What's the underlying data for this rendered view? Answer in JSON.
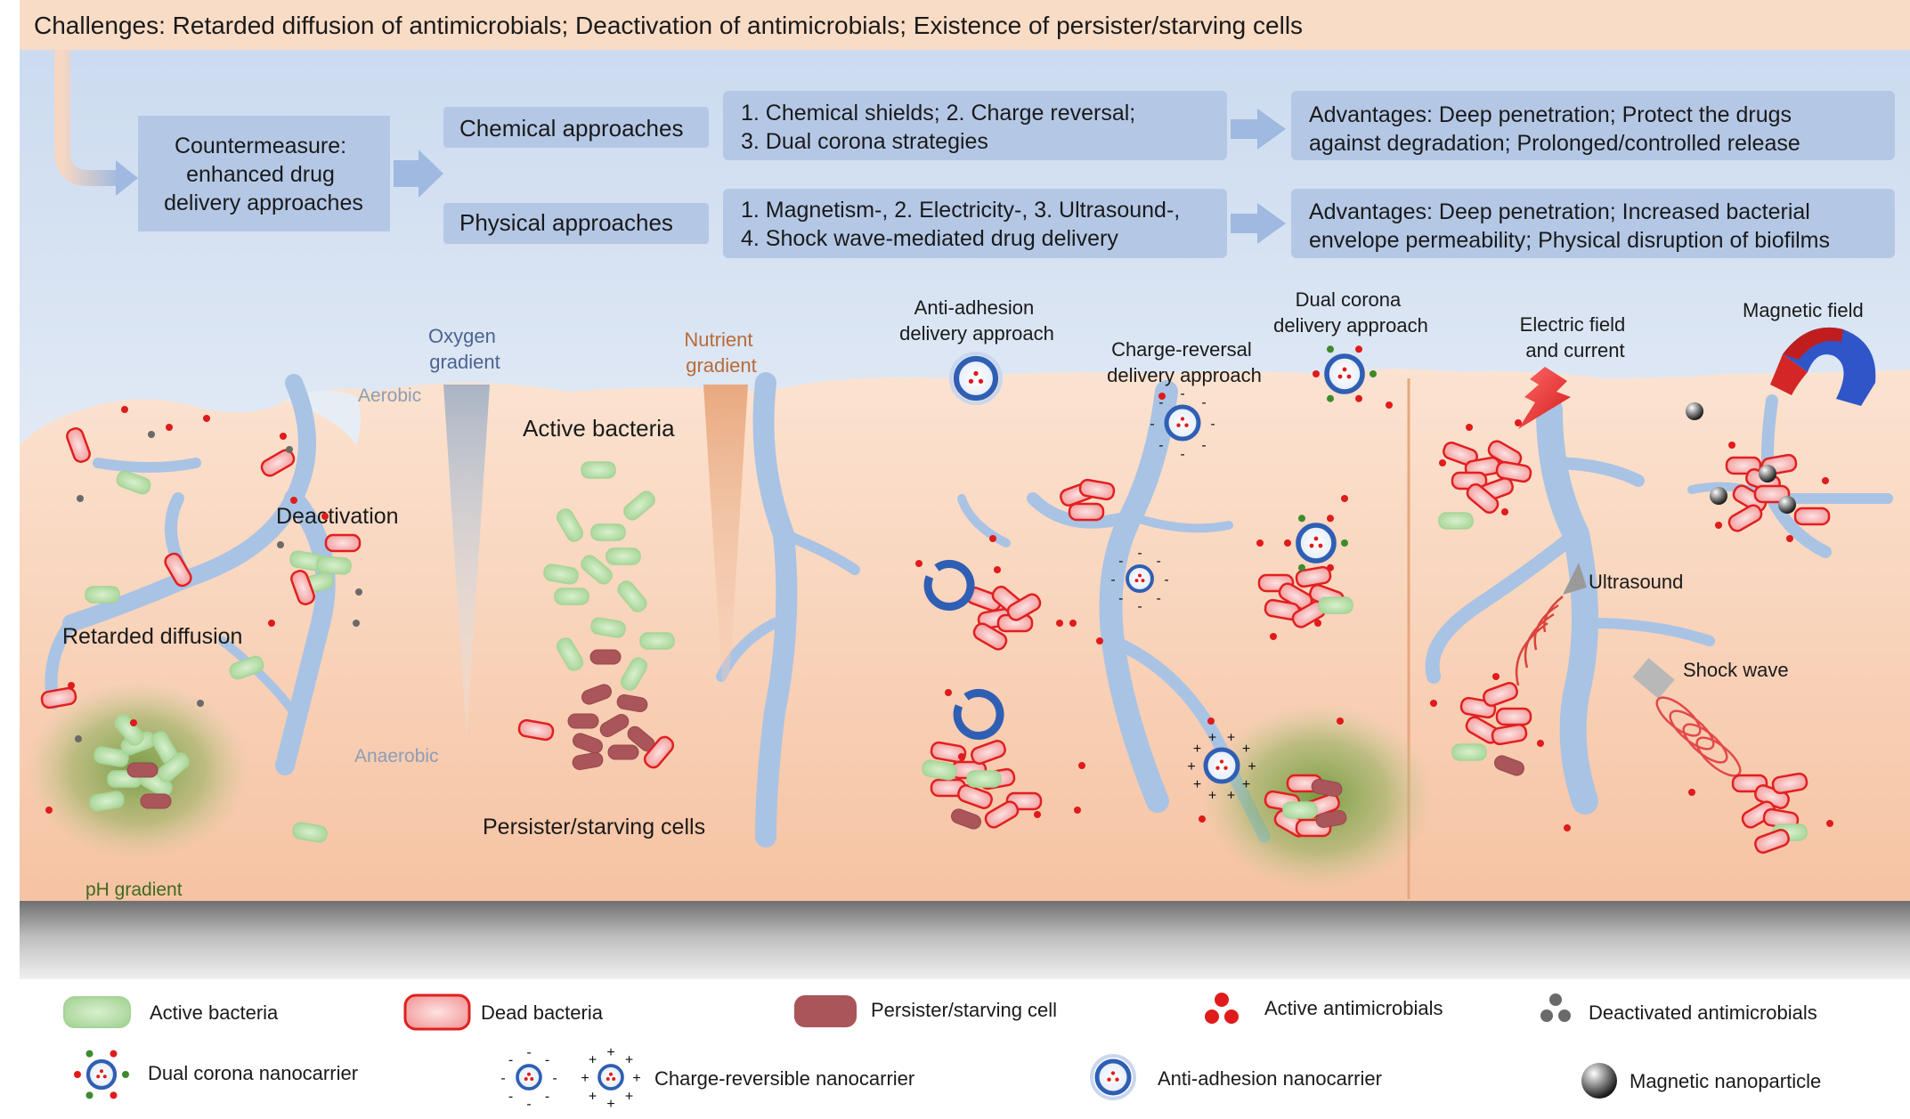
{
  "header": {
    "challenges": "Challenges:  Retarded diffusion of antimicrobials;  Deactivation of antimicrobials;  Existence of persister/starving cells"
  },
  "flow": {
    "countermeasure": [
      "Countermeasure:",
      "enhanced drug",
      "delivery approaches"
    ],
    "chemical_label": "Chemical approaches",
    "physical_label": "Physical approaches",
    "chemical_details": [
      "1. Chemical shields; 2. Charge reversal;",
      "3. Dual corona strategies"
    ],
    "physical_details": [
      "1. Magnetism-, 2. Electricity-, 3. Ultrasound-,",
      "4. Shock wave-mediated drug delivery"
    ],
    "chemical_advantages": [
      "Advantages: Deep penetration; Protect the drugs",
      "against degradation; Prolonged/controlled release"
    ],
    "physical_advantages": [
      "Advantages: Deep penetration; Increased bacterial",
      "envelope permeability; Physical disruption of biofilms"
    ]
  },
  "scene": {
    "oxygen_gradient": [
      "Oxygen",
      "gradient"
    ],
    "nutrient_gradient": [
      "Nutrient",
      "gradient"
    ],
    "aerobic": "Aerobic",
    "anaerobic": "Anaerobic",
    "active_bacteria": "Active bacteria",
    "deactivation": "Deactivation",
    "retarded_diffusion": "Retarded diffusion",
    "persister_cells": "Persister/starving cells",
    "ph_gradient": "pH gradient",
    "anti_adhesion": [
      "Anti-adhesion",
      "delivery approach"
    ],
    "charge_reversal": [
      "Charge-reversal",
      "delivery approach"
    ],
    "dual_corona": [
      "Dual corona",
      "delivery approach"
    ],
    "electric_field": [
      "Electric field",
      "and current"
    ],
    "magnetic_field": "Magnetic field",
    "ultrasound": "Ultrasound",
    "shock_wave": "Shock wave"
  },
  "legend": {
    "active_bacteria": "Active bacteria",
    "dead_bacteria": "Dead bacteria",
    "persister_cell": "Persister/starving cell",
    "active_antimicrobials": "Active antimicrobials",
    "deactivated_antimicrobials": "Deactivated antimicrobials",
    "dual_corona_nanocarrier": "Dual corona nanocarrier",
    "charge_reversible_nanocarrier": "Charge-reversible nanocarrier",
    "anti_adhesion_nanocarrier": "Anti-adhesion nanocarrier",
    "magnetic_nanoparticle": "Magnetic nanoparticle"
  },
  "colors": {
    "header_bg": "#f9dcc6",
    "box_blue": "#b4c8e6",
    "biofilm": "#f6c8a8",
    "channel": "#a9c3e4",
    "active_green": "#bfe3b0",
    "dead_red": "#e23b3b",
    "persister": "#a9555a",
    "nanocarrier_blue": "#2f5fb4"
  }
}
